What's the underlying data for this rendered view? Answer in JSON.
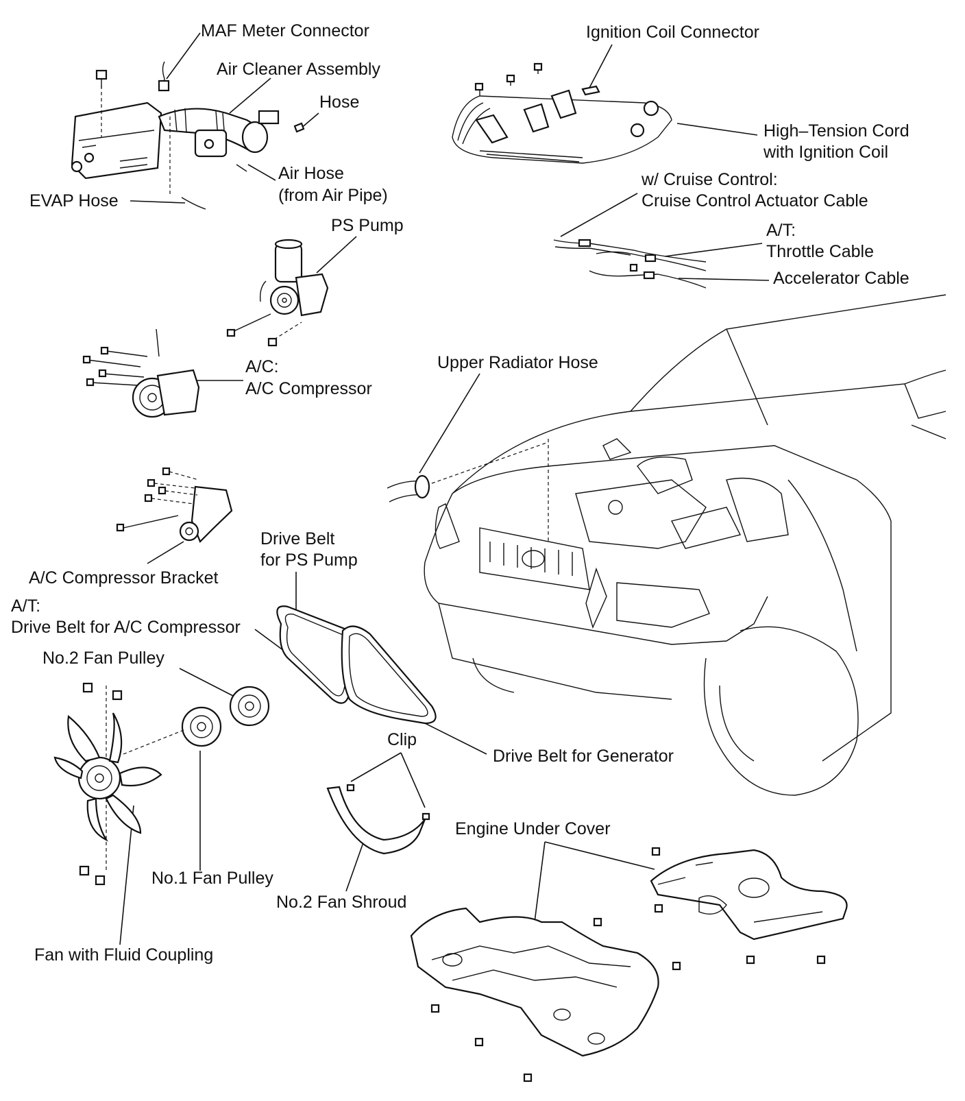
{
  "labels": {
    "maf_meter_connector": "MAF Meter Connector",
    "air_cleaner_assembly": "Air Cleaner Assembly",
    "hose": "Hose",
    "air_hose_line1": "Air Hose",
    "air_hose_line2": "(from Air Pipe)",
    "evap_hose": "EVAP Hose",
    "ps_pump": "PS Pump",
    "ac_compressor_line1": "A/C:",
    "ac_compressor_line2": "A/C Compressor",
    "ac_compressor_bracket": "A/C Compressor Bracket",
    "ignition_coil_connector": "Ignition Coil Connector",
    "high_tension_line1": "High–Tension Cord",
    "high_tension_line2": "with Ignition Coil",
    "cruise_line1": "w/ Cruise Control:",
    "cruise_line2": "Cruise Control Actuator Cable",
    "throttle_line1": "A/T:",
    "throttle_line2": "Throttle Cable",
    "accelerator_cable": "Accelerator Cable",
    "upper_radiator_hose": "Upper Radiator Hose",
    "drive_belt_ps_line1": "Drive Belt",
    "drive_belt_ps_line2": "for PS Pump",
    "drive_belt_ac_line1": "A/T:",
    "drive_belt_ac_line2": "Drive Belt for A/C Compressor",
    "no2_fan_pulley": "No.2 Fan Pulley",
    "no1_fan_pulley": "No.1 Fan Pulley",
    "fan_fluid_coupling": "Fan with Fluid Coupling",
    "clip": "Clip",
    "no2_fan_shroud": "No.2 Fan Shroud",
    "drive_belt_generator": "Drive Belt for Generator",
    "engine_under_cover": "Engine Under Cover"
  }
}
